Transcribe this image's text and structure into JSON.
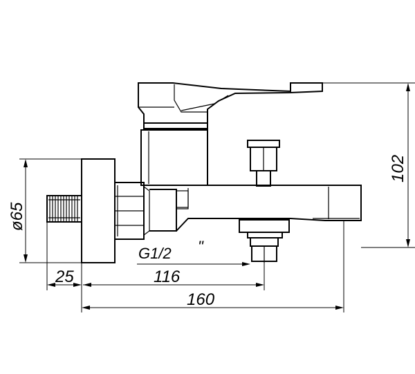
{
  "dimensions": {
    "diameter": "ø65",
    "height": "102",
    "wall_offset": "25",
    "center_offset": "116",
    "overall_length": "160"
  },
  "thread": {
    "size": "G1/2",
    "mark": "\""
  }
}
